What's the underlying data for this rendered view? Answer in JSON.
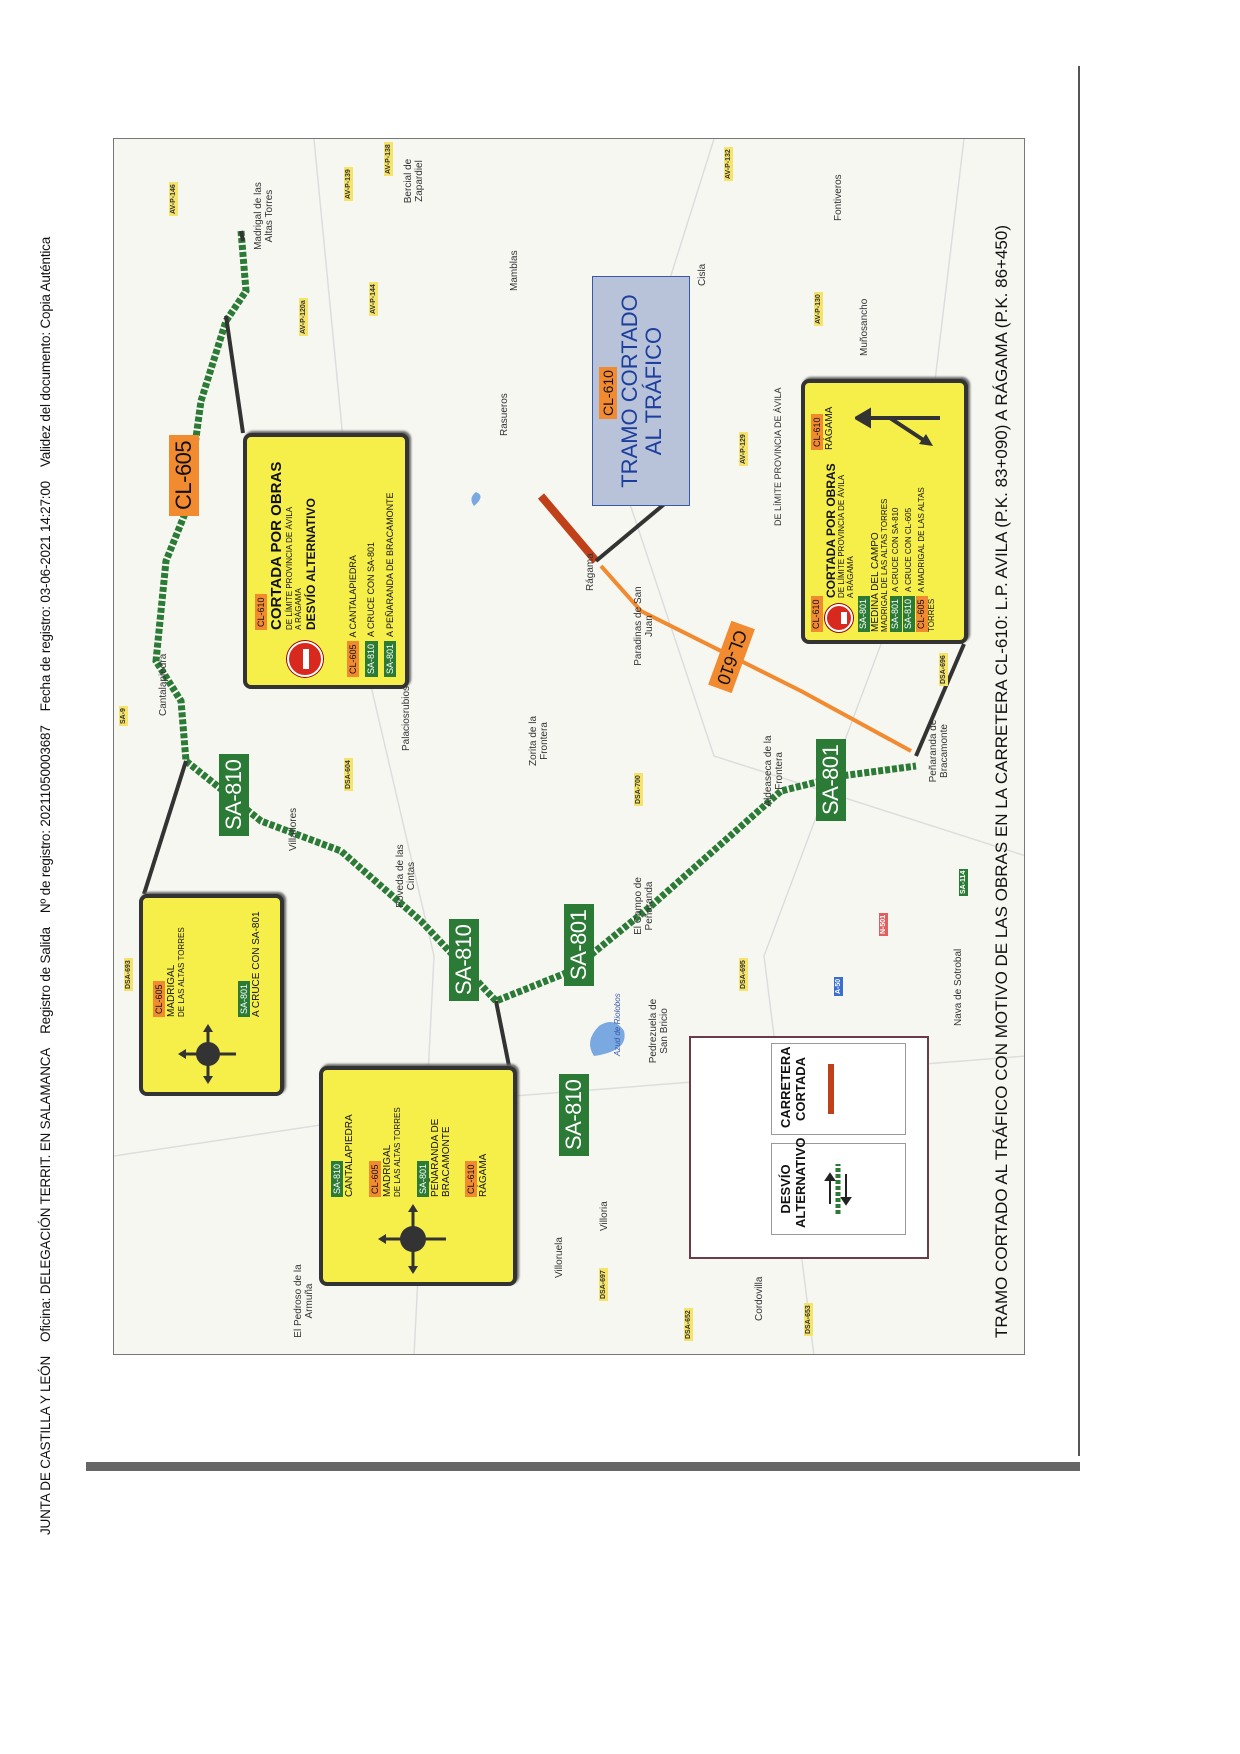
{
  "header": {
    "org": "JUNTA DE CASTILLA Y LEÓN",
    "office": "Oficina: DELEGACIÓN TERRIT. EN SALAMANCA",
    "register": "Registro de Salida",
    "reg_no": "Nº de registro: 20211050003687",
    "reg_date": "Fecha de registro: 03-06-2021 14:27:00",
    "validity": "Validez del documento: Copia Auténtica"
  },
  "caption": "TRAMO CORTADO AL TRÁFICO CON MOTIVO DE LAS OBRAS EN LA CARRETERA CL-610: L.P. AVILA (P.K. 83+090) A RÁGAMA (P.K. 86+450)",
  "colors": {
    "detour": "#2b7a35",
    "closed": "#c0401a",
    "cl610": "#f28a30",
    "sign": "#f6ef4a"
  },
  "road_labels": {
    "cl605": "CL-605",
    "sa810_a": "SA-810",
    "sa810_b": "SA-810",
    "sa810_c": "SA-810",
    "sa801_a": "SA-801",
    "sa801_b": "SA-801",
    "cl610": "CL-610"
  },
  "callout": {
    "road": "CL-610",
    "line1": "TRAMO CORTADO",
    "line2": "AL TRÁFICO"
  },
  "province_limit": "DE LÍMITE PROVINCIA DE ÁVILA",
  "towns": [
    "Madrigal de las Altas Torres",
    "Cantalapiedra",
    "Villaflores",
    "Poveda de las Cintas",
    "Palaciosrubios",
    "Zorita de la Frontera",
    "Aldeaseca de la Frontera",
    "Peñaranda de Bracamonte",
    "Paradinas de San Juan",
    "Rágama",
    "Rasueros",
    "Mamblas",
    "Cisla",
    "Muñosancho",
    "El Campo de Peñaranda",
    "Pedrezuela de San Bricio",
    "Villoria",
    "Villoruela",
    "Cordovilla",
    "El Pedroso de la Armuña",
    "Nava de Sotrobal",
    "Fontiveros",
    "Bercial de Zapardiel",
    "Azud de Riolobos"
  ],
  "road_badges": [
    "AV-P-146",
    "AV-P-139",
    "AV-P-138",
    "AV-P-120a",
    "AV-P-144",
    "AV-P-132",
    "AV-P-130",
    "AV-P-129",
    "DSA-604",
    "DSA-700",
    "DSA-695",
    "DSA-693",
    "DSA-697",
    "DSA-652",
    "DSA-653",
    "DSA-696",
    "SA-114",
    "N-501",
    "A-50",
    "SA-9"
  ],
  "sign_madrigal": {
    "r1": "CL-605",
    "d1": "MADRIGAL",
    "d1s": "DE LAS ALTAS TORRES",
    "r2": "SA-801",
    "d2": "A CRUCE CON SA-801"
  },
  "sign_cantalapiedra": {
    "r1": "SA-810",
    "d1": "CANTALAPIEDRA",
    "r2": "CL-605",
    "d2": "MADRIGAL",
    "d2s": "DE LAS ALTAS TORRES",
    "r3": "SA-801",
    "d3": "PEÑARANDA DE BRACAMONTE",
    "r4": "CL-610",
    "d4": "RÁGAMA"
  },
  "sign_detour": {
    "road": "CL-610",
    "title": "CORTADA POR OBRAS",
    "sub1": "DE LÍMITE PROVINCIA DE ÁVILA",
    "sub2": "A RÁGAMA",
    "detour": "DESVÍO ALTERNATIVO",
    "rows": [
      {
        "road": "CL-605",
        "dest": "A CANTALAPIEDRA"
      },
      {
        "road": "SA-810",
        "dest": "A CRUCE CON SA-801"
      },
      {
        "road": "SA-801",
        "dest": "A PEÑARANDA DE BRACAMONTE"
      }
    ]
  },
  "sign_limit": {
    "road": "CL-610",
    "title": "CORTADA POR OBRAS",
    "sub1": "DE LÍMITE PROVINCIA DE ÁVILA",
    "sub2": "A RÁGAMA",
    "r_med": "SA-801",
    "medina": "MEDINA DEL CAMPO",
    "madrigal": "MADRIGAL DE LAS ALTAS TORRES",
    "rows": [
      {
        "road": "SA-801",
        "dest": "A CRUCE CON SA-810"
      },
      {
        "road": "SA-810",
        "dest": "A CRUCE CON CL-605"
      },
      {
        "road": "CL-605",
        "dest": "A MADRIGAL DE LAS ALTAS TORRES"
      }
    ],
    "right_road": "CL-610",
    "right_dest": "RÁGAMA"
  },
  "legend": {
    "detour": "DESVÍO ALTERNATIVO",
    "closed": "CARRETERA CORTADA"
  }
}
